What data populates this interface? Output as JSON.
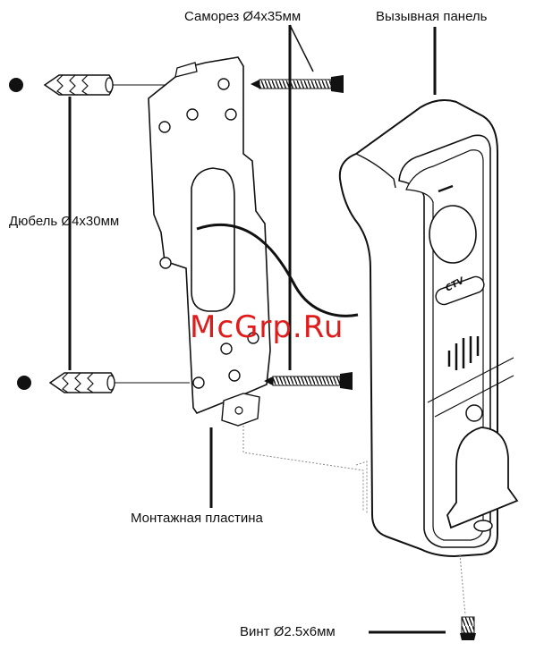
{
  "labels": {
    "screw": "Саморез Ø4x35мм",
    "panel": "Вызывная панель",
    "dowel": "Дюбель Ø4x30мм",
    "plate": "Монтажная пластина",
    "bolt": "Винт Ø2.5x6мм"
  },
  "watermark": "McGrp.Ru",
  "logo_text": "CTV",
  "colors": {
    "line": "#111111",
    "watermark": "#e01b1b",
    "background": "#ffffff"
  }
}
